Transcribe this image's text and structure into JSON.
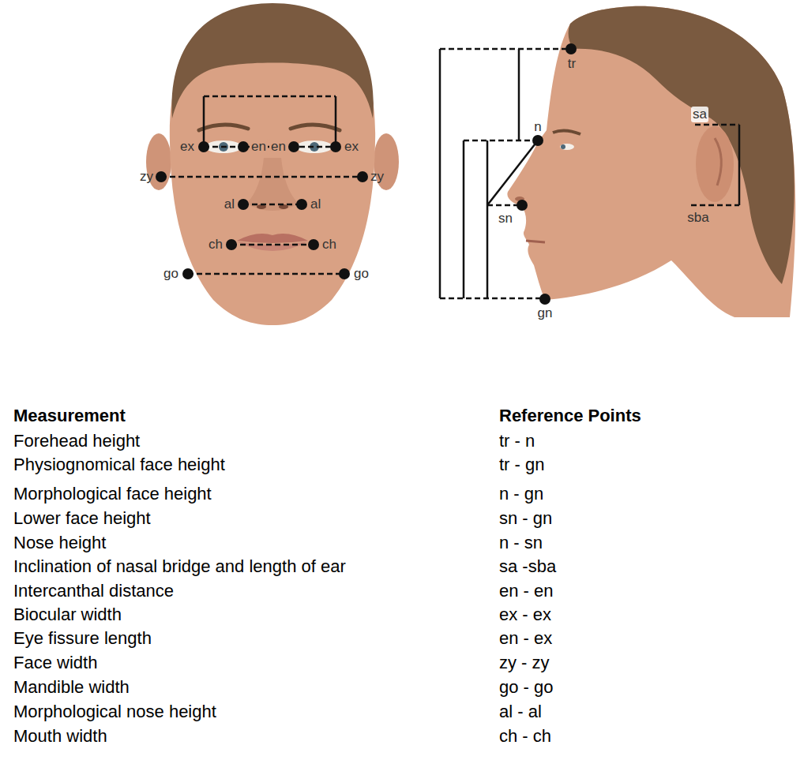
{
  "diagram": {
    "labels": [
      "ex",
      "en",
      "en",
      "ex",
      "zy",
      "zy",
      "al",
      "al",
      "ch",
      "ch",
      "go",
      "go",
      "tr",
      "n",
      "sn",
      "gn",
      "sa",
      "sba",
      "Measurement",
      "Reference Points",
      "Forehead height",
      "tr - n",
      "Physiognomical face height",
      "tr - gn",
      "Morphological face height",
      "n - gn",
      "Lower face height",
      "sn - gn",
      "Nose height",
      "n - sn",
      "Inclination of nasal bridge and length of ear",
      "sa -sba",
      "Intercanthal distance",
      "en - en",
      "Biocular width",
      "ex - ex",
      "Eye fissure length",
      "en - ex",
      "Face width",
      "zy - zy",
      "Mandible width",
      "go - go",
      "Morphological nose height",
      "al - al",
      "Mouth width",
      "ch - ch"
    ]
  }
}
